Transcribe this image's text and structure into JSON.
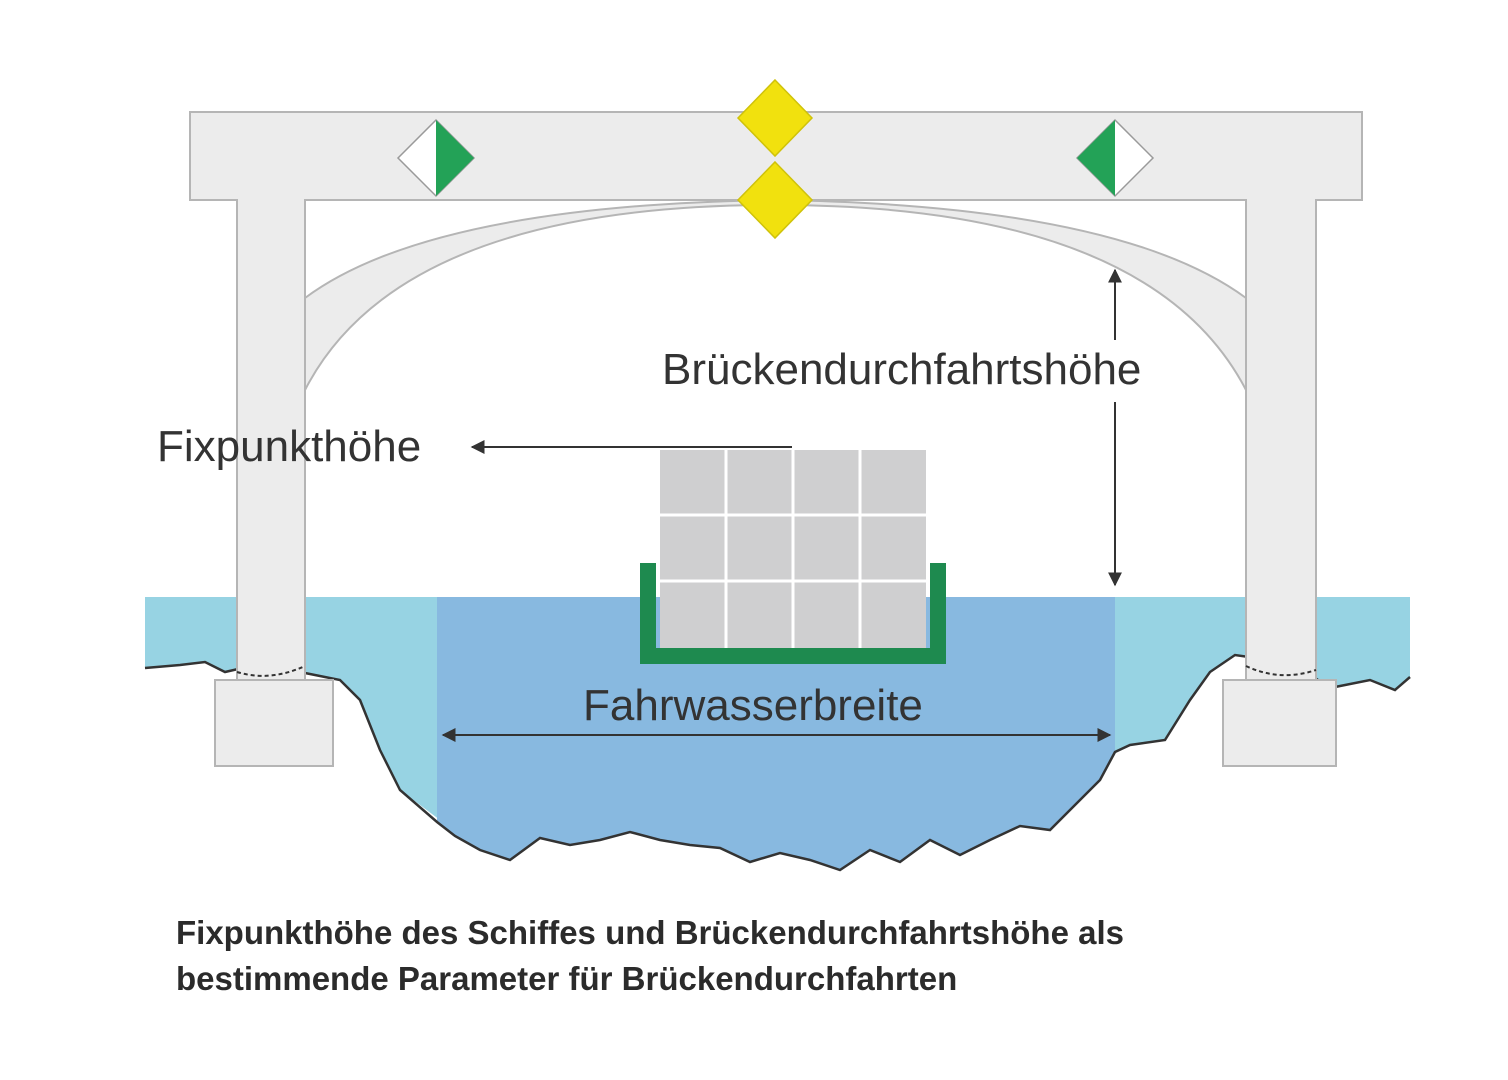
{
  "labels": {
    "clearance_height": "Brückendurchfahrtshöhe",
    "fixpoint_height": "Fixpunkthöhe",
    "channel_width": "Fahrwasserbreite"
  },
  "caption": {
    "line1": "Fixpunkthöhe des Schiffes und Brückendurchfahrtshöhe als",
    "line2": "bestimmende Parameter für Brückendurchfahrten"
  },
  "colors": {
    "bridge": "#ececec",
    "bridge_stroke": "#b5b5b5",
    "water_light": "#97d3e3",
    "water_channel": "#88b9e0",
    "ship_hull": "#1e8a4f",
    "container": "#cfcfd0",
    "sign_yellow": "#f1e10e",
    "sign_green": "#23a257",
    "arrow": "#333333"
  },
  "icons": {
    "passage_sign": "yellow-diamond-icon",
    "side_sign": "green-white-diamond-icon"
  }
}
